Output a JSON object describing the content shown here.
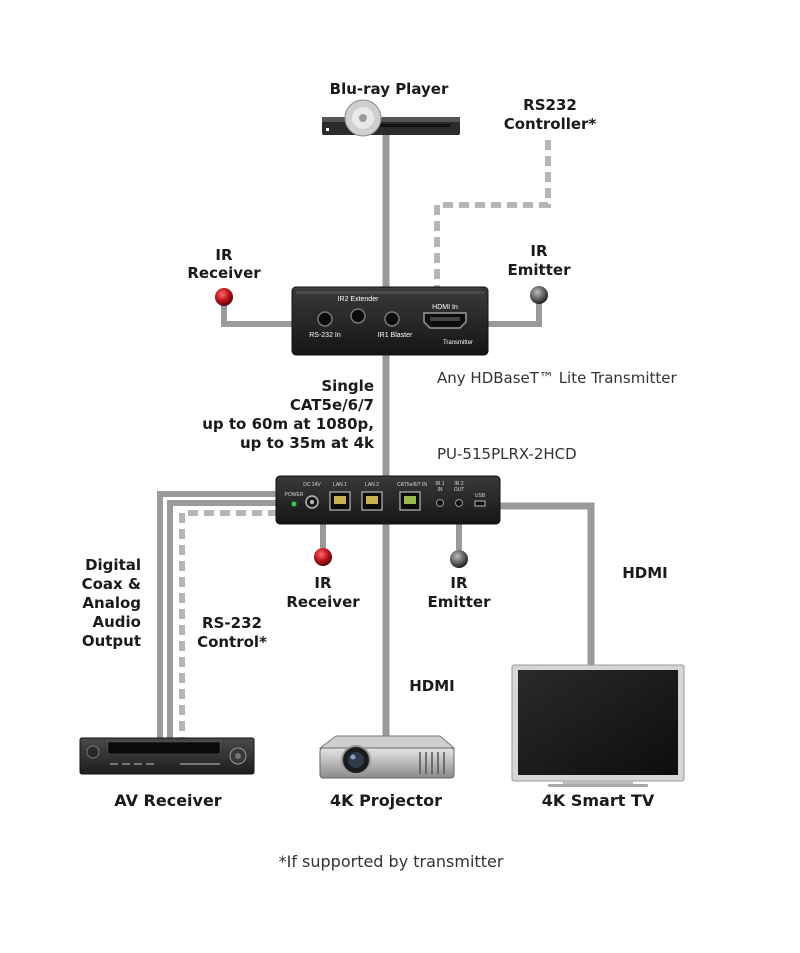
{
  "labels": {
    "bluray": "Blu-ray Player",
    "rs232_ctrl_l1": "RS232",
    "rs232_ctrl_l2": "Controller*",
    "ir_receiver_top_l1": "IR",
    "ir_receiver_top_l2": "Receiver",
    "ir_emitter_top_l1": "IR",
    "ir_emitter_top_l2": "Emitter",
    "transmitter_caption": "Any HDBaseT™ Lite Transmitter",
    "cable_l1": "Single",
    "cable_l2": "CAT5e/6/7",
    "cable_l3": "up to 60m at 1080p,",
    "cable_l4": "up to 35m at 4k",
    "model": "PU-515PLRX-2HCD",
    "audio_l1": "Digital",
    "audio_l2": "Coax &",
    "audio_l3": "Analog",
    "audio_l4": "Audio",
    "audio_l5": "Output",
    "rs232_control_l1": "RS-232",
    "rs232_control_l2": "Control*",
    "ir_receiver_bottom_l1": "IR",
    "ir_receiver_bottom_l2": "Receiver",
    "ir_emitter_bottom_l1": "IR",
    "ir_emitter_bottom_l2": "Emitter",
    "hdmi_tv": "HDMI",
    "hdmi_projector": "HDMI",
    "av_receiver": "AV Receiver",
    "projector": "4K Projector",
    "tv": "4K Smart TV",
    "footnote": "*If supported by transmitter"
  },
  "transmitter_panel": {
    "ir2_extender": "IR2 Extender",
    "rs232_in": "RS-232 In",
    "ir1_blaster": "IR1 Blaster",
    "hdmi_in": "HDMI In",
    "transmitter": "Transmitter"
  },
  "receiver_panel": {
    "dc": "DC 24V",
    "power": "POWER",
    "lan1": "LAN 1",
    "lan2": "LAN 2",
    "cat": "CAT5e/6/7 IN",
    "ir1_l1": "IR 1",
    "ir1_l2": "IN",
    "ir2_l1": "IR 2",
    "ir2_l2": "OUT",
    "usb": "USB"
  },
  "colors": {
    "cable": "#9a9a9a",
    "dashed": "#b5b5b5",
    "device": "#2a2a2a",
    "ir_receiver": "#c0141c",
    "ir_emitter": "#555555"
  }
}
